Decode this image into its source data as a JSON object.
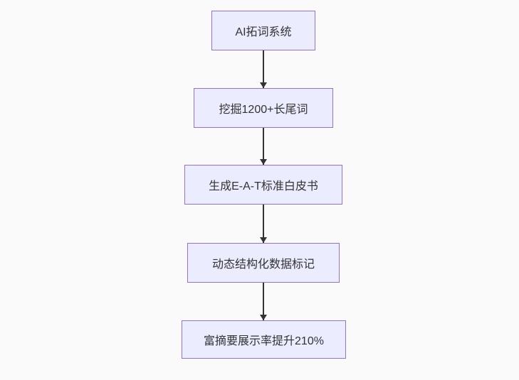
{
  "flowchart": {
    "direction": "top-down",
    "nodes": [
      {
        "id": "node-1",
        "label": "AI拓词系统"
      },
      {
        "id": "node-2",
        "label": "挖掘1200+长尾词"
      },
      {
        "id": "node-3",
        "label": "生成E-A-T标准白皮书"
      },
      {
        "id": "node-4",
        "label": "动态结构化数据标记"
      },
      {
        "id": "node-5",
        "label": "富摘要展示率提升210%"
      }
    ],
    "edges": [
      {
        "from": "node-1",
        "to": "node-2",
        "style": "arrow"
      },
      {
        "from": "node-2",
        "to": "node-3",
        "style": "arrow"
      },
      {
        "from": "node-3",
        "to": "node-4",
        "style": "arrow"
      },
      {
        "from": "node-4",
        "to": "node-5",
        "style": "arrow"
      }
    ],
    "colors": {
      "node_fill": "#ECECFF",
      "node_border": "#9370DB",
      "arrow": "#333333",
      "text": "#333333",
      "background": "#FAFAFA"
    }
  }
}
